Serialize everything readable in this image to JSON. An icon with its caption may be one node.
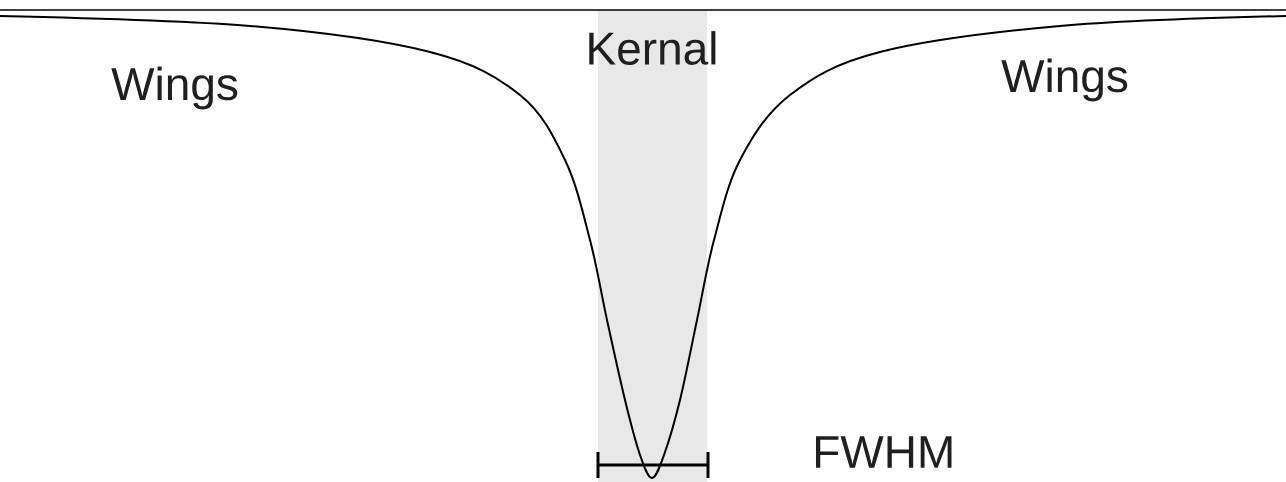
{
  "diagram": {
    "labels": [
      "Kernal",
      "Wings",
      "Wings",
      "FWHM"
    ]
  }
}
